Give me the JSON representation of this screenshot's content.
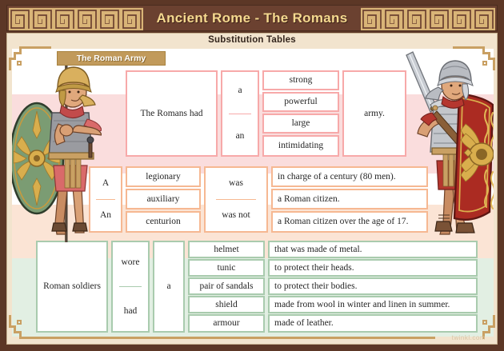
{
  "banner": {
    "title": "Ancient Rome - The Romans",
    "pattern": "greek-key-meander",
    "bg_color": "#6b4130",
    "title_color": "#f5d98f"
  },
  "sheet": {
    "subtitle": "Substitution Tables",
    "bg_color": "#f2e4ce"
  },
  "section": {
    "tab_label": "The Roman Army",
    "tab_color": "#c19a5b"
  },
  "watermark": "twinkl.com",
  "themes": {
    "pink": "#f7a9a9",
    "peach": "#f6b892",
    "green": "#a9cbae"
  },
  "illustrations": [
    {
      "name": "roman-legionary-with-oval-shield",
      "side": "left",
      "shield": "green oval shield with gold thunderbolt boss",
      "helmet_color": "#d9b05e",
      "tunic_color": "#d96a6a",
      "armour_color": "#9a9ba0"
    },
    {
      "name": "roman-legionary-with-scutum-and-sword",
      "side": "right",
      "shield": "red rectangular scutum with gold wings and boss",
      "helmet_color": "#b9bcc2",
      "tunic_color": "#b5372f",
      "armour_color": "#c3c6cb"
    }
  ],
  "tables": [
    {
      "id": "table-army",
      "theme": "pink",
      "columns": [
        {
          "name": "subject",
          "type": "single",
          "values": [
            "The Romans had"
          ]
        },
        {
          "name": "article",
          "type": "stack",
          "values": [
            "a",
            "an"
          ]
        },
        {
          "name": "adjective",
          "type": "list",
          "values": [
            "strong",
            "powerful",
            "large",
            "intimidating"
          ]
        },
        {
          "name": "object",
          "type": "single",
          "values": [
            "army."
          ]
        }
      ]
    },
    {
      "id": "table-soldier-rank",
      "theme": "peach",
      "columns": [
        {
          "name": "article",
          "type": "stack",
          "values": [
            "A",
            "An"
          ]
        },
        {
          "name": "rank",
          "type": "list",
          "values": [
            "legionary",
            "auxiliary",
            "centurion"
          ]
        },
        {
          "name": "verb",
          "type": "stack",
          "values": [
            "was",
            "was not"
          ]
        },
        {
          "name": "predicate",
          "type": "list",
          "values": [
            "in charge of a century (80 men).",
            "a Roman citizen.",
            "a Roman citizen over the age of 17."
          ]
        }
      ]
    },
    {
      "id": "table-soldier-kit",
      "theme": "green",
      "columns": [
        {
          "name": "subject",
          "type": "single",
          "values": [
            "Roman soldiers"
          ]
        },
        {
          "name": "verb",
          "type": "stack",
          "values": [
            "wore",
            "had"
          ]
        },
        {
          "name": "article",
          "type": "single",
          "values": [
            "a"
          ]
        },
        {
          "name": "item",
          "type": "list",
          "values": [
            "helmet",
            "tunic",
            "pair of sandals",
            "shield",
            "armour"
          ]
        },
        {
          "name": "detail",
          "type": "list",
          "values": [
            "that was made of metal.",
            "to protect their heads.",
            "to protect their bodies.",
            "made from wool in winter and linen in summer.",
            "made of leather."
          ]
        }
      ]
    }
  ]
}
